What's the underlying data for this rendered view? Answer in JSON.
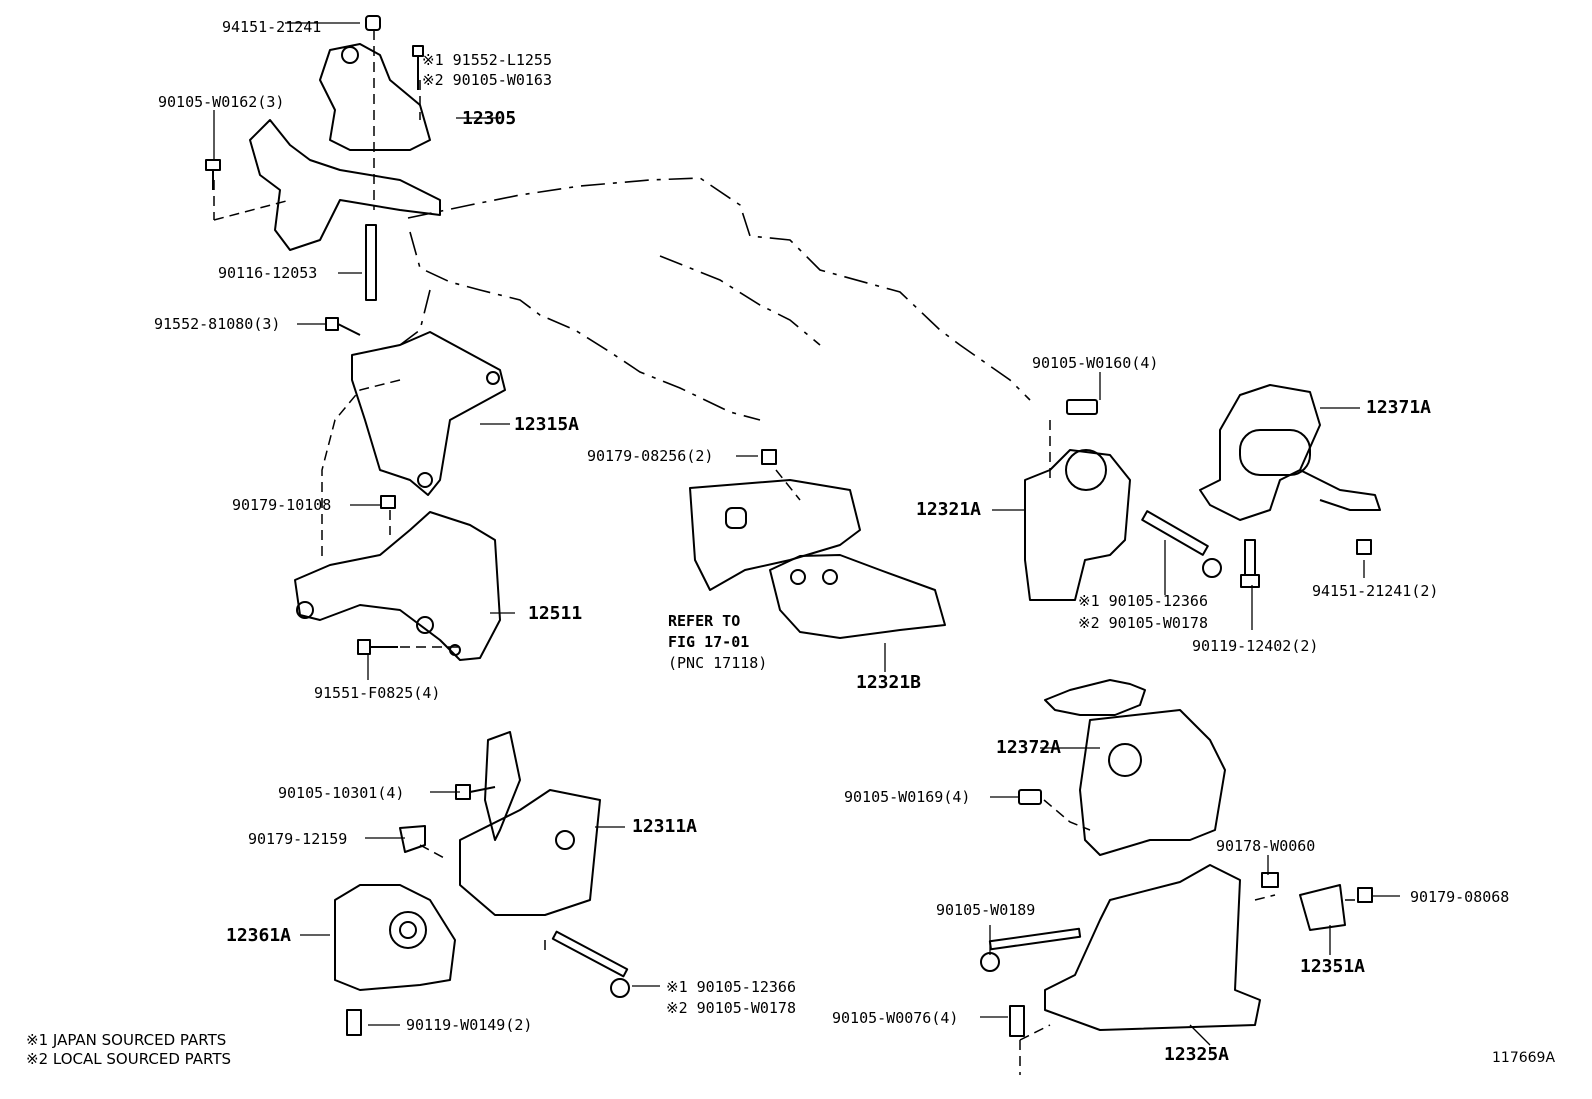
{
  "diagram": {
    "figure_id": "117669A",
    "notes": [
      {
        "marker": "※1",
        "text": "JAPAN SOURCED PARTS"
      },
      {
        "marker": "※2",
        "text": "LOCAL SOURCED PARTS"
      }
    ],
    "reference": {
      "line1": "REFER TO",
      "line2": "FIG 17-01",
      "line3": "(PNC 17118)"
    },
    "labels": {
      "p94151_21241": "94151-21241",
      "p91552_L1255": "※1 91552-L1255",
      "p90105_W0163": "※2 90105-W0163",
      "p90105_W0162": "90105-W0162(3)",
      "p12305": "12305",
      "p90116_12053": "90116-12053",
      "p91552_81080": "91552-81080(3)",
      "p12315A": "12315A",
      "p90179_10108": "90179-10108",
      "p12511": "12511",
      "p91551_F0825": "91551-F0825(4)",
      "p90179_08256": "90179-08256(2)",
      "p12321B": "12321B",
      "p90105_W0160": "90105-W0160(4)",
      "p12371A": "12371A",
      "p12321A": "12321A",
      "p90105_12366_r": "※1 90105-12366",
      "p90105_W0178_r": "※2 90105-W0178",
      "p94151_21241_2": "94151-21241(2)",
      "p90119_12402": "90119-12402(2)",
      "p12372A": "12372A",
      "p90105_W0169": "90105-W0169(4)",
      "p90178_W0060": "90178-W0060",
      "p90179_08068": "90179-08068",
      "p90105_W0189": "90105-W0189",
      "p12351A": "12351A",
      "p90105_W0076": "90105-W0076(4)",
      "p12325A": "12325A",
      "p90105_10301": "90105-10301(4)",
      "p12311A": "12311A",
      "p90179_12159": "90179-12159",
      "p12361A": "12361A",
      "p90105_12366_b": "※1 90105-12366",
      "p90105_W0178_b": "※2 90105-W0178",
      "p90119_W0149": "90119-W0149(2)"
    }
  }
}
